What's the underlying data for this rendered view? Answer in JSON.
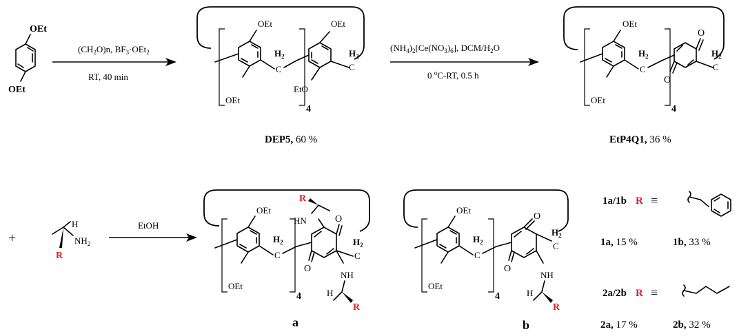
{
  "labels": {
    "oet": "OEt",
    "eto": "EtO",
    "h2": "H",
    "h2_sub": "2",
    "c": "C",
    "o": "O",
    "hn": "HN",
    "nh": "NH",
    "h": "H",
    "r": "R",
    "nh2_n": "NH",
    "nh2_sub": "2",
    "repeat": "4"
  },
  "reaction1": {
    "line_a_parts": [
      "(CH",
      "2",
      "O)n, BF",
      "3",
      "·OEt",
      "2"
    ],
    "line_b": "RT,  40 min"
  },
  "reaction2": {
    "line_a_parts": [
      "(NH",
      "4",
      ")",
      "2",
      "[Ce(NO",
      "3",
      ")",
      "6",
      "], DCM/H",
      "2",
      "O"
    ],
    "line_b_parts": [
      "0 ",
      "o",
      "C-RT,  0.5 h"
    ]
  },
  "reaction3": {
    "reagent": "EtOH",
    "plus": "+"
  },
  "products": {
    "dep5_name": "DEP5,",
    "dep5_yield": " 60 %",
    "etp4q1_name": "EtP4Q1,",
    "etp4q1_yield": " 36 %",
    "a_label": "a",
    "b_label": "b"
  },
  "legend": {
    "row1_label": "1a/1b",
    "row1_r": "R",
    "row1_sym": "≡",
    "y1a_name": "1a,",
    "y1a_val": " 15 %",
    "y1b_name": "1b,",
    "y1b_val": " 33 %",
    "row2_label": "2a/2b",
    "row2_r": "R",
    "row2_sym": "≡",
    "y2a_name": "2a,",
    "y2a_val": " 17 %",
    "y2b_name": "2b,",
    "y2b_val": " 32 %"
  }
}
